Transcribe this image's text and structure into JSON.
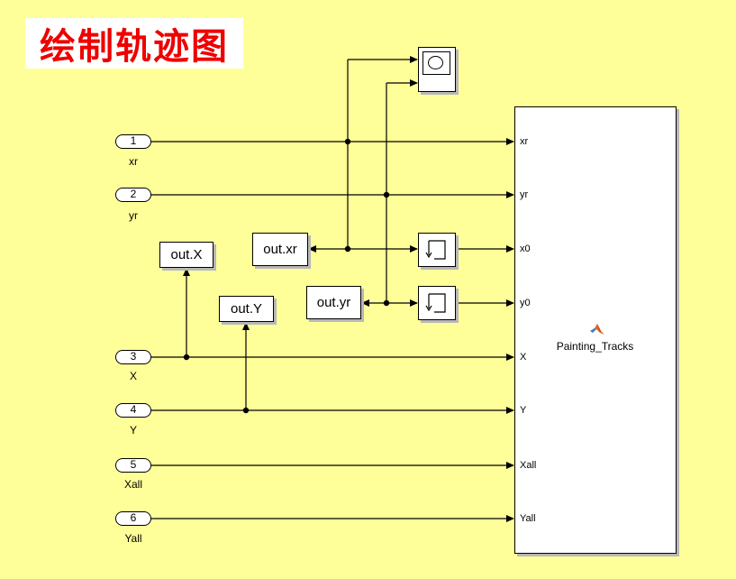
{
  "title": "绘制轨迹图",
  "inports": [
    {
      "number": "1",
      "name": "xr"
    },
    {
      "number": "2",
      "name": "yr"
    },
    {
      "number": "3",
      "name": "X"
    },
    {
      "number": "4",
      "name": "Y"
    },
    {
      "number": "5",
      "name": "Xall"
    },
    {
      "number": "6",
      "name": "Yall"
    }
  ],
  "blocks": {
    "out_x": "out.X",
    "out_y": "out.Y",
    "out_xr": "out.xr",
    "out_yr": "out.yr"
  },
  "chart_block": {
    "name": "Painting_Tracks",
    "ports": [
      "xr",
      "yr",
      "x0",
      "y0",
      "X",
      "Y",
      "Xall",
      "Yall"
    ]
  },
  "icons": {
    "scope": "scope-icon",
    "memory": "memory-icon",
    "matlab": "matlab-logo-icon"
  }
}
